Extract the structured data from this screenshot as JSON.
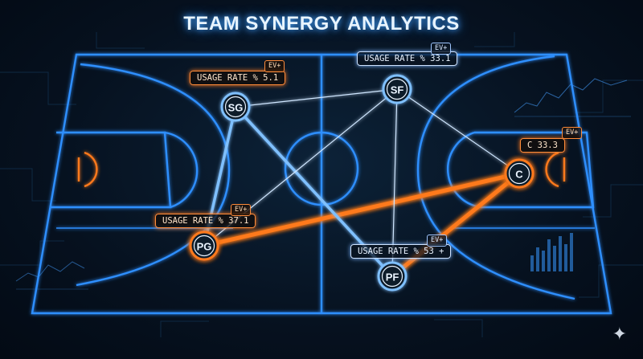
{
  "title": "TEAM SYNERGY ANALYTICS",
  "colors": {
    "court_line": "#2e8fff",
    "connection_hot": "#ff7a1a",
    "connection_cool": "#cfe6ff",
    "background": "#06111f"
  },
  "nodes": [
    {
      "id": "SG",
      "label": "SG"
    },
    {
      "id": "SF",
      "label": "SF"
    },
    {
      "id": "PG",
      "label": "PG"
    },
    {
      "id": "PF",
      "label": "PF"
    },
    {
      "id": "C",
      "label": "C"
    }
  ],
  "callouts": {
    "sg": {
      "text": "USAGE RATE %   5.1",
      "badge": "EV+"
    },
    "sf": {
      "text": "USAGE RATE %   33.1",
      "badge": "EV+"
    },
    "pg": {
      "text": "USAGE RATE %   37.1",
      "badge": "EV+"
    },
    "pf": {
      "text": "USAGE RATE %   53 +",
      "badge": "EV+"
    },
    "c": {
      "text": "C     33.3",
      "badge": "EV+"
    }
  },
  "connections": [
    {
      "from": "PG",
      "to": "C",
      "type": "hot"
    },
    {
      "from": "PF",
      "to": "C",
      "type": "hot"
    },
    {
      "from": "SG",
      "to": "PF",
      "type": "cool"
    },
    {
      "from": "SG",
      "to": "PG",
      "type": "cool"
    },
    {
      "from": "SG",
      "to": "SF",
      "type": "cool"
    },
    {
      "from": "SF",
      "to": "PG",
      "type": "cool"
    },
    {
      "from": "SF",
      "to": "PF",
      "type": "cool"
    },
    {
      "from": "SF",
      "to": "C",
      "type": "cool"
    }
  ],
  "icons": [
    "sparkle-icon"
  ]
}
